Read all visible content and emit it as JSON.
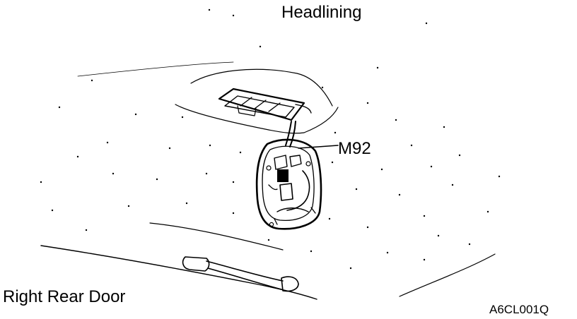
{
  "labels": {
    "headlining": "Headlining",
    "connector": "M92",
    "door": "Right Rear Door",
    "figure_code": "A6CL001Q"
  },
  "colors": {
    "ink": "#000000",
    "background": "#ffffff"
  }
}
